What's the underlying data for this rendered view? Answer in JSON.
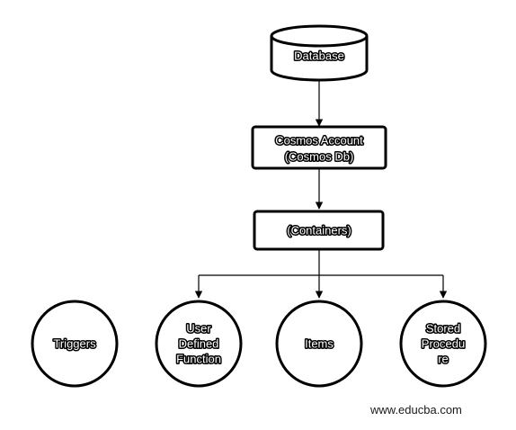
{
  "nodes": {
    "database": {
      "label": "Database"
    },
    "cosmos_account": {
      "lines": [
        "Cosmos Account",
        "(Cosmos Db)"
      ]
    },
    "containers": {
      "label": "(Containers)"
    },
    "triggers": {
      "label": "Triggers"
    },
    "udf": {
      "lines": [
        "User",
        "Defined",
        "Function"
      ]
    },
    "items": {
      "label": "Items"
    },
    "stored_procedure": {
      "lines": [
        "Stored",
        "Procedu",
        "re"
      ]
    }
  },
  "watermark": "www.educba.com",
  "colors": {
    "stroke": "#000000",
    "fill": "#ffffff"
  }
}
